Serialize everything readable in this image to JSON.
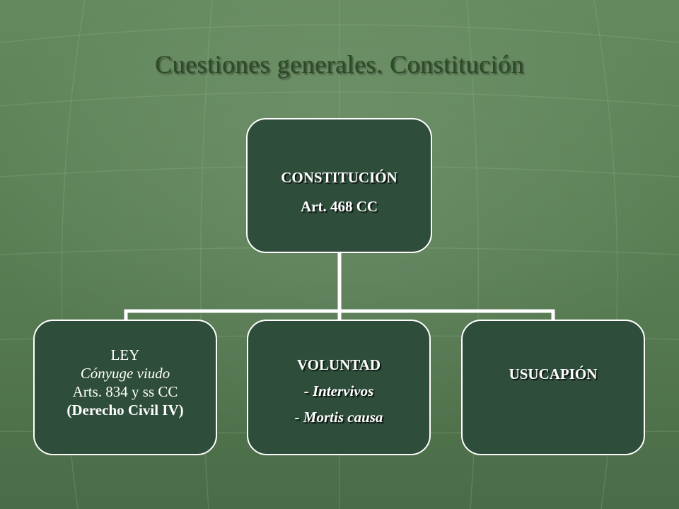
{
  "slide": {
    "title": "Cuestiones generales.  Constitución"
  },
  "colors": {
    "background": "#5a7f55",
    "title": "#2d4a26",
    "node_fill": "#2e4d3a",
    "node_border": "#ffffff",
    "connector": "#ffffff",
    "text": "#ffffff"
  },
  "diagram": {
    "root": {
      "line1": "CONSTITUCIÓN",
      "line2": "Art. 468 CC"
    },
    "children": [
      {
        "line1": "LEY",
        "line2": "Cónyuge viudo",
        "line3": "Arts. 834 y ss CC",
        "line4": "(Derecho Civil IV)"
      },
      {
        "line1": "VOLUNTAD",
        "line2": "- Intervivos",
        "line3": "- Mortis causa"
      },
      {
        "line1": "USUCAPIÓN"
      }
    ]
  }
}
